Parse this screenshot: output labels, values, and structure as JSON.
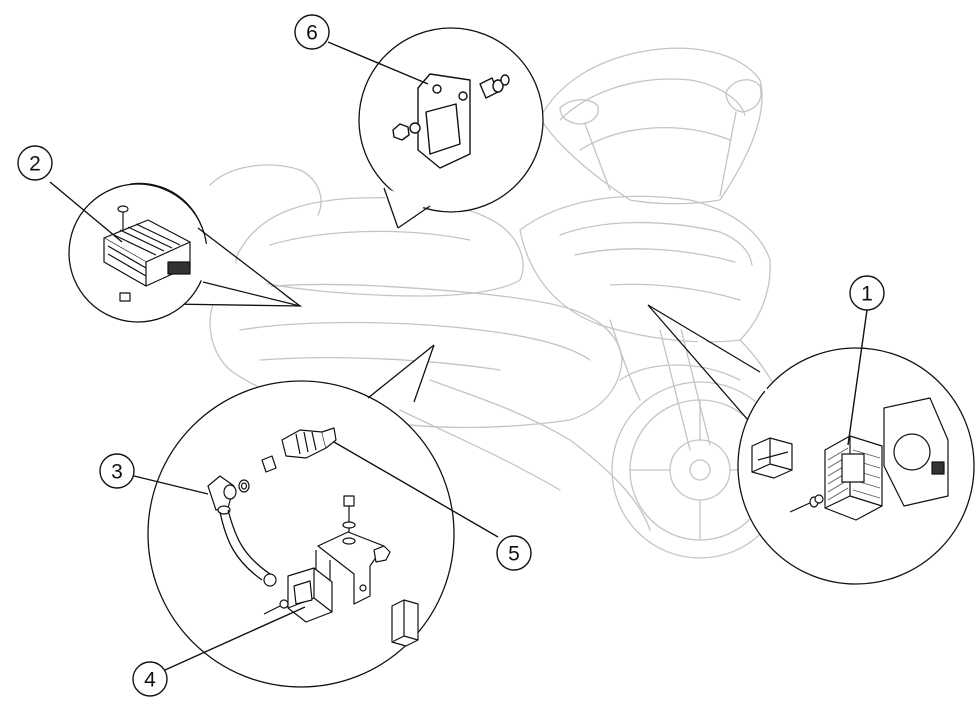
{
  "callouts": {
    "c1": "1",
    "c2": "2",
    "c3": "3",
    "c4": "4",
    "c5": "5",
    "c6": "6"
  },
  "colors": {
    "ink": "#111111",
    "ghost": "#c4c4c4",
    "part_fill": "#ffffff"
  }
}
